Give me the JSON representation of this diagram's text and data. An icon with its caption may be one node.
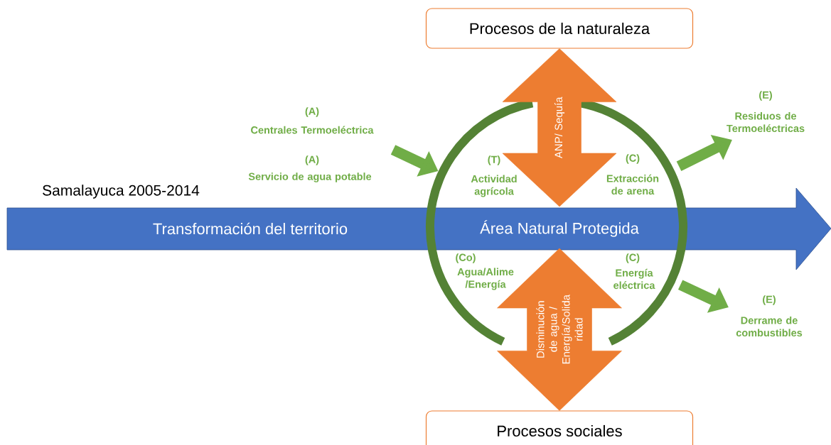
{
  "diagram": {
    "nodes": [
      {
        "text": [
          "Procesos de la naturaleza"
        ]
      },
      {
        "text": [
          "Procesos sociales"
        ]
      },
      {
        "text": [
          "Transformación del territorio"
        ]
      },
      {
        "text": [
          "Área Natural Protegida"
        ]
      }
    ],
    "edges": [
      {
        "from": 0,
        "to": 3,
        "arrow": "both",
        "label": "ANP/ Sequía",
        "color": "#ed7d31",
        "style": "thick"
      },
      {
        "from": 3,
        "to": 1,
        "arrow": "both",
        "label": "Disminución de agua / Energía/Solida ridad",
        "color": "#ed7d31",
        "style": "thick"
      },
      {
        "from": null,
        "to": 3,
        "arrow": "to"
      },
      {
        "from": 3,
        "to": null,
        "arrow": "to"
      },
      {
        "from": 3,
        "to": null,
        "arrow": "to"
      }
    ],
    "labels": [
      "(E)",
      "Residuos de Termoeléctricas",
      "(A)",
      "Centrales Termoeléctrica",
      "(A)",
      "Servicio de agua potable",
      "(T)",
      "Actividad agrícola",
      "(C)",
      "Extracción de arena",
      "Samalayuca 2005-2014",
      "(Co)",
      "Agua/Alime /Energía",
      "(C)",
      "Energía eléctrica",
      "(E)",
      "Derrame de combustibles"
    ]
  }
}
